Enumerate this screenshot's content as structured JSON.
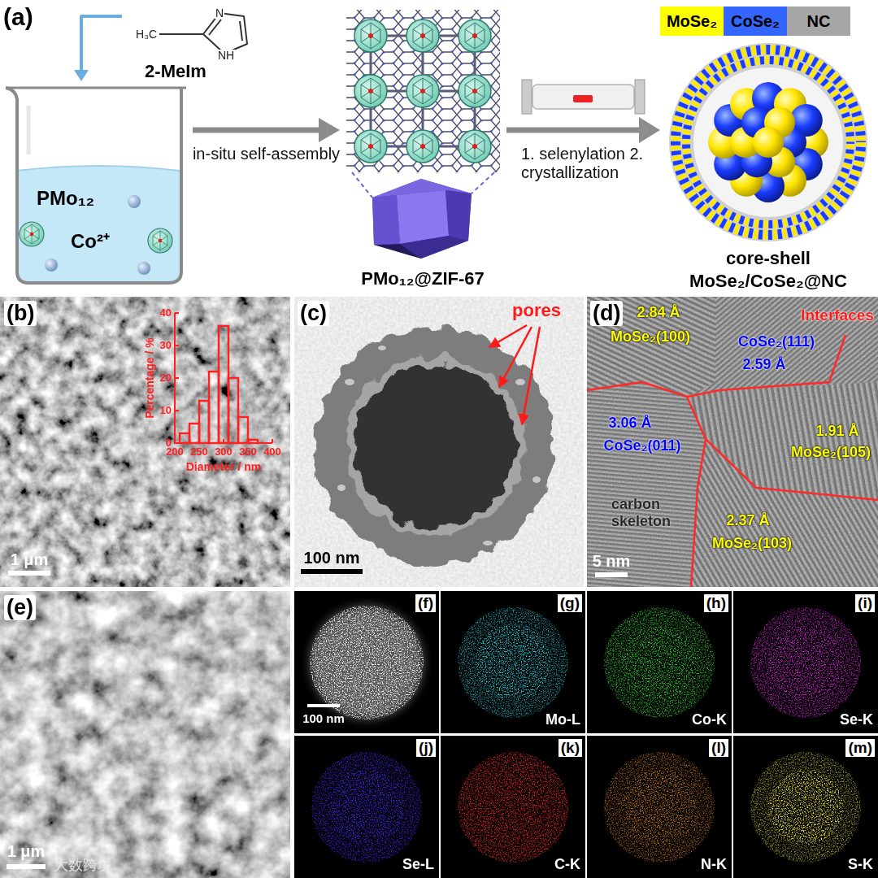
{
  "diagram": {
    "nodes": [
      {
        "text": [
          "PMo₁₂",
          "Co²⁺"
        ]
      },
      {
        "text": [
          "H₃C",
          "N",
          "NH",
          "2-MeIm"
        ]
      },
      {
        "text": [
          "PMo₁₂@ZIF-67"
        ]
      },
      {
        "text": [
          "core-shell",
          "MoSe₂/CoSe₂@NC"
        ]
      }
    ],
    "edges": [
      {
        "from": 1,
        "to": 0,
        "arrow": "to"
      },
      {
        "from": 0,
        "to": 2,
        "label": "in-situ self-assembly",
        "arrow": "to"
      },
      {
        "from": 2,
        "to": 3,
        "label": "1. selenylation 2. crystallization",
        "arrow": "to"
      }
    ],
    "labels": [
      "(a)",
      "(b)",
      "0",
      "10",
      "20",
      "30",
      "40",
      "200",
      "250",
      "300",
      "350",
      "400",
      "Percentage / %",
      "Diameter / nm",
      "1 μm",
      "(c)",
      "pores",
      "100 nm",
      "(d)",
      "2.84 Å",
      "MoSe₂(100)",
      "Interfaces",
      "CoSe₂(111)",
      "2.59 Å",
      "3.06 Å",
      "CoSe₂(011)",
      "1.91 Å",
      "MoSe₂(105)",
      "carbon skeleton",
      "2.37 Å",
      "MoSe₂(103)",
      "5 nm",
      "(e)",
      "1 μm",
      "大数跨境",
      "(f)",
      "100 nm",
      "(g)",
      "Mo-L",
      "(h)",
      "Co-K",
      "(i)",
      "Se-K",
      "(j)",
      "Se-L",
      "(k)",
      "C-K",
      "(l)",
      "N-K",
      "(m)",
      "S-K"
    ],
    "legend": [
      {
        "text": "MoSe₂",
        "color": "#ffff00"
      },
      {
        "text": "CoSe₂",
        "color": "#3366ff"
      },
      {
        "text": "NC",
        "color": "#a6a6a6"
      }
    ]
  }
}
